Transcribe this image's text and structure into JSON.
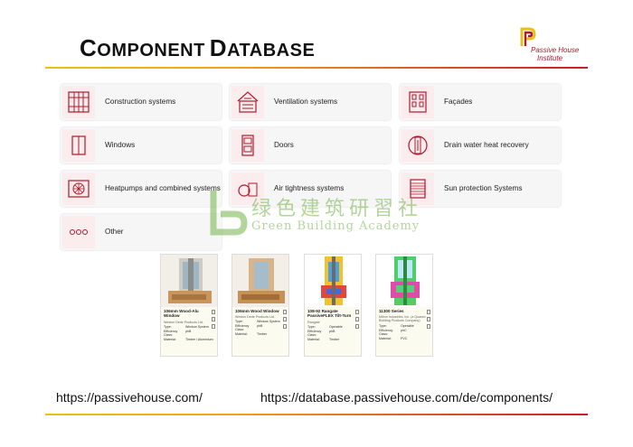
{
  "title": {
    "first": "C",
    "first_rest": "OMPONENT",
    "second": "D",
    "second_rest": "ATABASE"
  },
  "logo": {
    "line1": "Passive House",
    "line2": "Institute"
  },
  "accent": {
    "brand_red": "#b0182b",
    "icon_tint": "#fbecee",
    "rule_yellow": "#e3c31a"
  },
  "categories": [
    {
      "label": "Construction systems",
      "icon": "construction-icon"
    },
    {
      "label": "Ventilation systems",
      "icon": "ventilation-icon"
    },
    {
      "label": "Façades",
      "icon": "facade-icon"
    },
    {
      "label": "Windows",
      "icon": "window-icon"
    },
    {
      "label": "Doors",
      "icon": "door-icon"
    },
    {
      "label": "Drain water heat recovery",
      "icon": "drain-heat-recovery-icon"
    },
    {
      "label": "Heatpumps and combined systems",
      "icon": "heatpump-icon"
    },
    {
      "label": "Air tightness systems",
      "icon": "air-tightness-icon"
    },
    {
      "label": "Sun protection Systems",
      "icon": "sun-protection-icon"
    },
    {
      "label": "Other",
      "icon": "other-icon"
    }
  ],
  "watermark": {
    "cn": "绿色建筑研習社",
    "en": "Green Building Academy"
  },
  "products": [
    {
      "name": "106mm Wood-Alu Window",
      "maker": "Weston Dede Products Ltd.",
      "rows": [
        [
          "Type:",
          "Window System"
        ],
        [
          "Efficiency Class:",
          "phB"
        ],
        [
          "Material:",
          "Timber / Aluminium"
        ]
      ]
    },
    {
      "name": "106mm Wood Window",
      "maker": "Weston Dede Products Ltd.",
      "rows": [
        [
          "Type:",
          "Window System"
        ],
        [
          "Efficiency Class:",
          "phB"
        ],
        [
          "Material:",
          "Timber"
        ]
      ]
    },
    {
      "name": "108-92 Rangate PassiveFLEX Tilt-Turn",
      "maker": "Rangate",
      "rows": [
        [
          "Type:",
          "Operable"
        ],
        [
          "Efficiency Class:",
          "phB"
        ],
        [
          "Material:",
          "Timber"
        ]
      ]
    },
    {
      "name": "11300 Series",
      "maker": "Milron Industries, Inc. (a Quanex Building Products Company)",
      "rows": [
        [
          "Type:",
          "Operable"
        ],
        [
          "Efficiency Class:",
          "phC"
        ],
        [
          "Material:",
          "PVC"
        ]
      ]
    }
  ],
  "links": {
    "left": "https://passivehouse.com/",
    "right": "https://database.passivehouse.com/de/components/"
  }
}
